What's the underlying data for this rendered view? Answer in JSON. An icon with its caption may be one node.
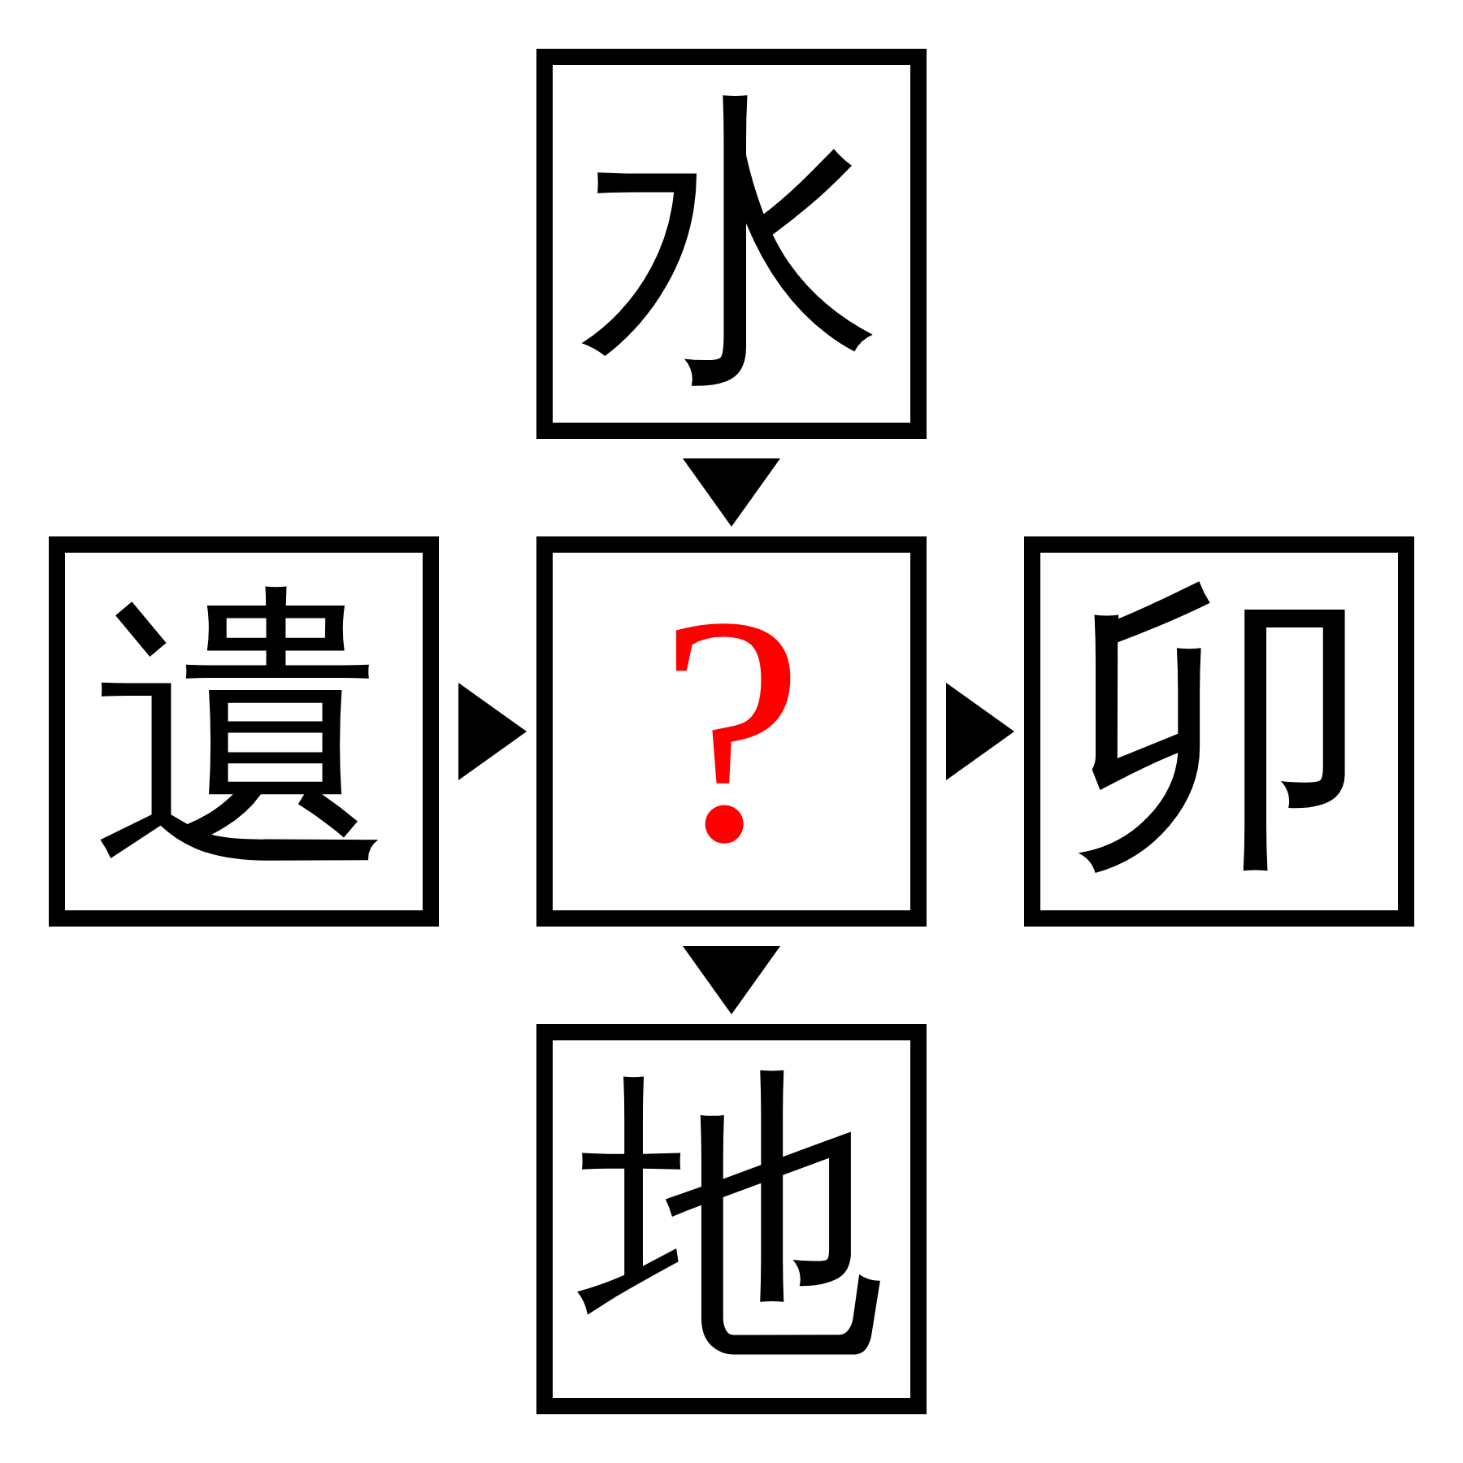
{
  "diagram": {
    "nodes": [
      {
        "text": [
          "水"
        ]
      },
      {
        "text": [
          "遺"
        ]
      },
      {
        "text": [
          "?"
        ]
      },
      {
        "text": [
          "卯"
        ]
      },
      {
        "text": [
          "地"
        ]
      }
    ],
    "edges": [
      {
        "from": 0,
        "to": 2,
        "arrow": "to"
      },
      {
        "from": 1,
        "to": 2,
        "arrow": "to"
      },
      {
        "from": 2,
        "to": 3,
        "arrow": "to"
      },
      {
        "from": 2,
        "to": 4,
        "arrow": "to"
      }
    ]
  }
}
